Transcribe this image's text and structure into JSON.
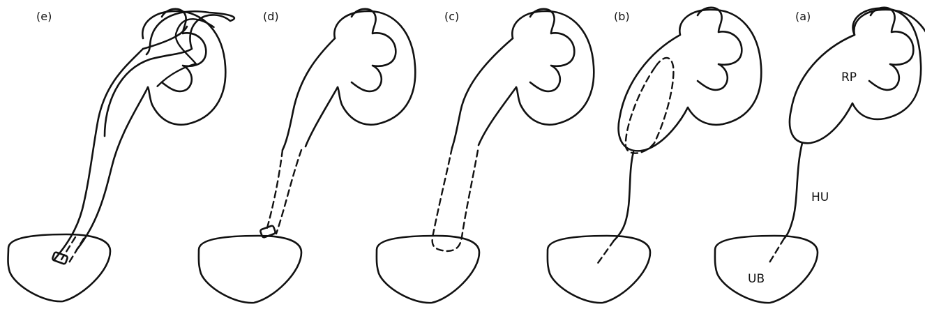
{
  "panels": [
    {
      "id": "e",
      "label": "(e)"
    },
    {
      "id": "d",
      "label": "(d)"
    },
    {
      "id": "c",
      "label": "(c)"
    },
    {
      "id": "b",
      "label": "(b)"
    },
    {
      "id": "a",
      "label": "(a)"
    }
  ],
  "annotations": {
    "renal_pelvis": "RP",
    "hydroureter": "HU",
    "urinary_bladder": "UB"
  }
}
